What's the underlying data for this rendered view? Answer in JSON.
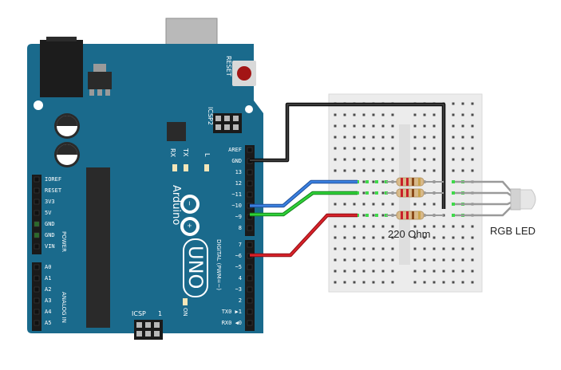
{
  "board": {
    "brand": "Arduino",
    "model": "UNO",
    "reset_label": "RESET",
    "icsp2_label": "ICSP2",
    "icsp_label": "ICSP",
    "icsp_pin1": "1",
    "on_label": "ON",
    "rx_led": "RX",
    "tx_led": "TX",
    "l_led": "L",
    "digital_label": "DIGITAL (PWM=~)",
    "power_label": "POWER",
    "analog_label": "ANALOG IN",
    "power_pins": [
      "IOREF",
      "RESET",
      "3V3",
      "5V",
      "GND",
      "GND",
      "VIN"
    ],
    "analog_pins": [
      "A0",
      "A1",
      "A2",
      "A3",
      "A4",
      "A5"
    ],
    "digital_top": [
      "AREF",
      "GND",
      "13",
      "12",
      "~11",
      "~10",
      "~9",
      "8"
    ],
    "digital_bottom": [
      "7",
      "~6",
      "~5",
      "4",
      "~3",
      "2",
      "TX0 ▶1",
      "RX0 ◀0"
    ]
  },
  "labels": {
    "resistor": "220 Ohm",
    "led": "RGB LED"
  },
  "colors": {
    "board": "#1a6a8c",
    "gnd_wire": "#1a1a1a",
    "blue_wire": "#2f6fd0",
    "green_wire": "#22b82a",
    "red_wire": "#c8141c",
    "breadboard": "#ececec"
  }
}
